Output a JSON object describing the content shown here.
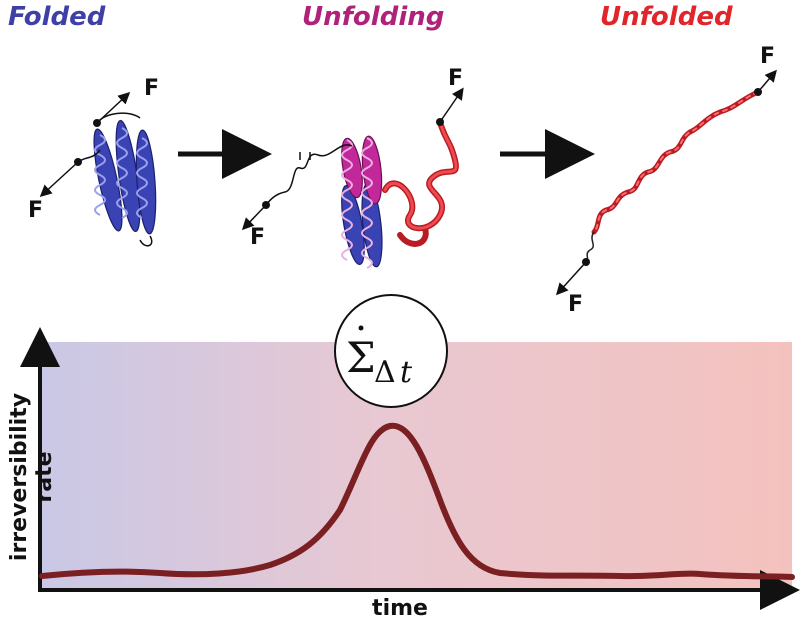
{
  "states": {
    "folded": {
      "label": "Folded",
      "color": "#3f3fa8"
    },
    "unfolding": {
      "label": "Unfolding",
      "color": "#b0217a"
    },
    "unfolded": {
      "label": "Unfolded",
      "color": "#e0262b"
    }
  },
  "force_label": "F",
  "plot": {
    "ylabel": "irreversibility rate",
    "xlabel": "time",
    "badge_symbol": "Σ̇_Δt",
    "gradient_start": "#c9c8e6",
    "gradient_end": "#f4c2be",
    "curve_color": "#7a1f22"
  }
}
